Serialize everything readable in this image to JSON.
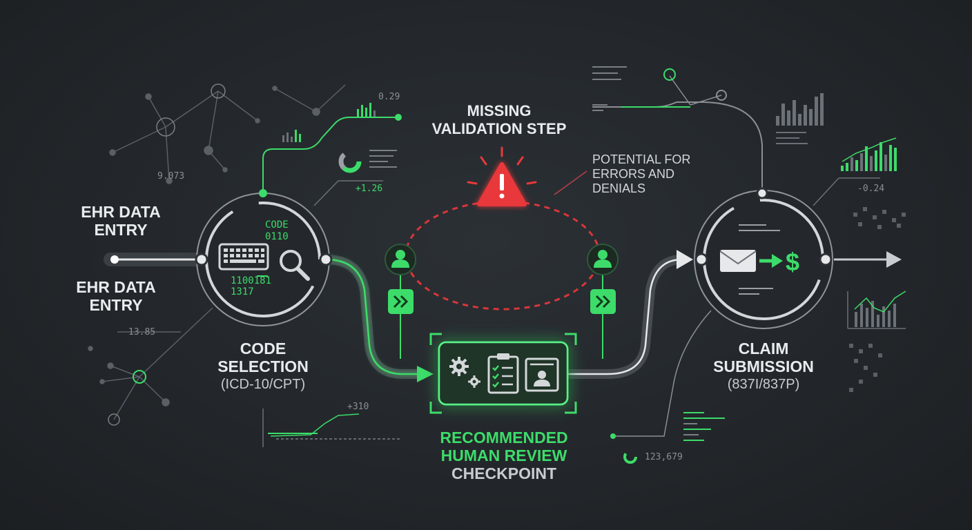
{
  "colors": {
    "accent_green": "#3ddc6a",
    "warning_red": "#e8393a",
    "background": "#22262a",
    "text_light": "#e9ecef"
  },
  "nodes": {
    "ehr": {
      "line1": "EHR DATA",
      "line2": "ENTRY",
      "dup_line1": "EHR DATA",
      "dup_line2": "ENTRY"
    },
    "code_selection": {
      "line1": "CODE",
      "line2": "SELECTION",
      "line3": "(ICD-10/CPT)",
      "code_tag_1": "CODE",
      "code_tag_2": "0110",
      "code_num_1": "1100181",
      "code_num_2": "1317"
    },
    "claim_submission": {
      "line1": "CLAIM",
      "line2": "SUBMISSION",
      "line3": "(837I/837P)"
    },
    "review_checkpoint": {
      "line1": "RECOMMENDED",
      "line2": "HUMAN REVIEW",
      "line3": "CHECKPOINT"
    }
  },
  "warning": {
    "title_line1": "MISSING",
    "title_line2": "VALIDATION STEP",
    "note_line1": "POTENTIAL FOR",
    "note_line2": "ERRORS AND",
    "note_line3": "DENIALS"
  },
  "metrics": {
    "m1": "0.29",
    "m2": "9.073",
    "m3": "+1.26",
    "m4": "13.85",
    "m5": "+310",
    "m6": "-0.24",
    "m7": "123,679"
  },
  "icons": [
    "keyboard-icon",
    "magnifier-icon",
    "gear-icon",
    "clipboard-checklist-icon",
    "id-card-icon",
    "envelope-icon",
    "dollar-icon",
    "person-icon",
    "fast-forward-icon",
    "warning-triangle-icon"
  ]
}
